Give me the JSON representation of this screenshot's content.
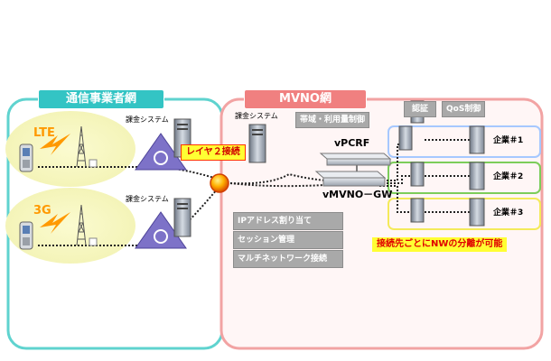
{
  "carrier_network": {
    "title": "通信事業者網",
    "title_color": "#33c4c4"
  },
  "mvno_network": {
    "title": "MVNO網",
    "title_color": "#f08080"
  },
  "radio": {
    "lte": "LTE",
    "threeg": "3G"
  },
  "billing_label": "課金システム",
  "layer2": "レイヤ２接続",
  "vpcrf": "vPCRF",
  "vmvno_gw": "vMVNO－GW",
  "mvno_boxes": {
    "bandwidth": "帯域・利用量制御",
    "auth": "認証",
    "qos": "QoS制御"
  },
  "gw_functions": [
    "IPアドレス割り当て",
    "セッション管理",
    "マルチネットワーク接続"
  ],
  "enterprises": [
    {
      "label": "企業＃1",
      "color": "#a6c8ff"
    },
    {
      "label": "企業＃2",
      "color": "#7ccd5a"
    },
    {
      "label": "企業＃3",
      "color": "#f4ea5a"
    }
  ],
  "separation_note": "接続先ごとにNWの分離が可能",
  "colors": {
    "carrier_border": "#5fd3cf",
    "mvno_border": "#f0a0a0",
    "mvno_fill": "#fff4f4",
    "carrier_fill": "#ffffff",
    "radio_fill": "#fafac0",
    "bolt": "#ff9900",
    "note_bg": "#ffff33",
    "note_text": "#e00000",
    "layer2_bg": "#ffff33",
    "layer2_border": "#ff3300",
    "junction": "#ff6600"
  }
}
